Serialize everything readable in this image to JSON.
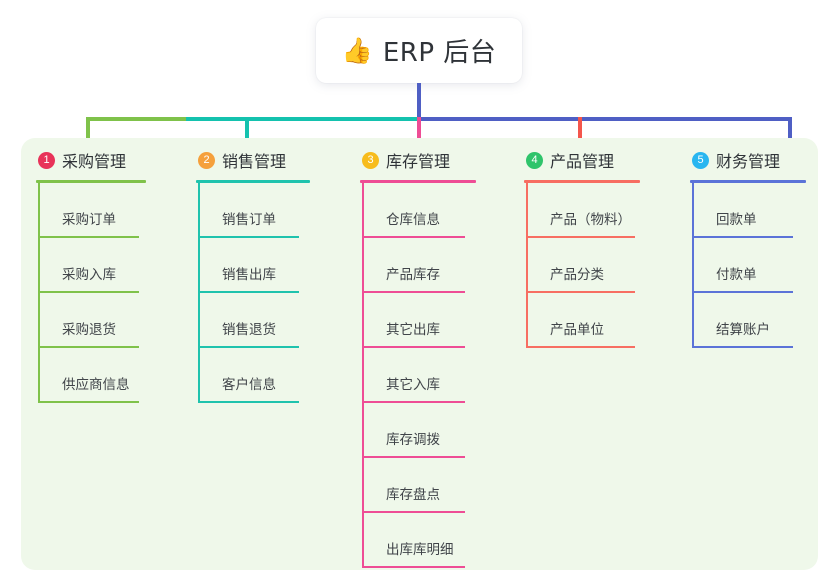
{
  "root": {
    "icon": "thumbs-up-icon",
    "emoji": "👍",
    "title": "ERP 后台"
  },
  "colors": {
    "panel_bg": "#eff8ea",
    "page_bg": "#ffffff",
    "root_stem": "#4f5fc4",
    "bus_green": "#7fc24a",
    "bus_teal": "#14c2ae",
    "bus_blue": "#4f5fc4"
  },
  "columns": [
    {
      "number": "1",
      "badge_color": "#e83359",
      "line_color": "#7fc24a",
      "title": "采购管理",
      "items": [
        "采购订单",
        "采购入库",
        "采购退货",
        "供应商信息"
      ]
    },
    {
      "number": "2",
      "badge_color": "#f5a03c",
      "line_color": "#1fc3ad",
      "title": "销售管理",
      "items": [
        "销售订单",
        "销售出库",
        "销售退货",
        "客户信息"
      ]
    },
    {
      "number": "3",
      "badge_color": "#f7bc1c",
      "line_color": "#ee4d95",
      "title": "库存管理",
      "items": [
        "仓库信息",
        "产品库存",
        "其它出库",
        "其它入库",
        "库存调拨",
        "库存盘点",
        "出库库明细"
      ]
    },
    {
      "number": "4",
      "badge_color": "#2fc46b",
      "line_color": "#f76e62",
      "title": "产品管理",
      "items": [
        "产品（物料）",
        "产品分类",
        "产品单位"
      ]
    },
    {
      "number": "5",
      "badge_color": "#29b6f0",
      "line_color": "#5b73d8",
      "title": "财务管理",
      "items": [
        "回款单",
        "付款单",
        "结算账户"
      ]
    }
  ]
}
